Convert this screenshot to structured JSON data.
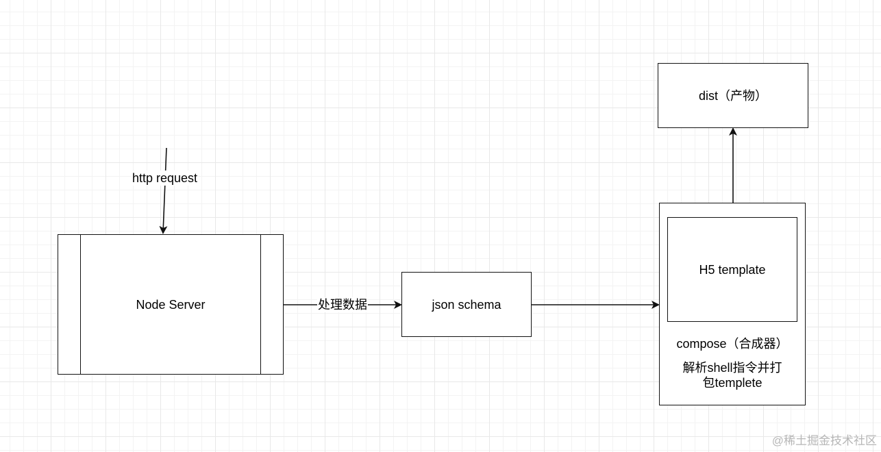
{
  "nodes": {
    "node_server": "Node Server",
    "json_schema": "json schema",
    "h5_template": "H5 template",
    "dist": "dist（产物）",
    "compose_title": "compose（合成器）",
    "compose_desc_line1": "解析shell指令并打",
    "compose_desc_line2": "包templete"
  },
  "edges": {
    "incoming": "http request",
    "process": "处理数据"
  },
  "watermark": "@稀土掘金技术社区",
  "colors": {
    "stroke": "#111111",
    "background": "#ffffff",
    "grid": "#e8e8e8",
    "watermark": "#b7b7b7"
  }
}
